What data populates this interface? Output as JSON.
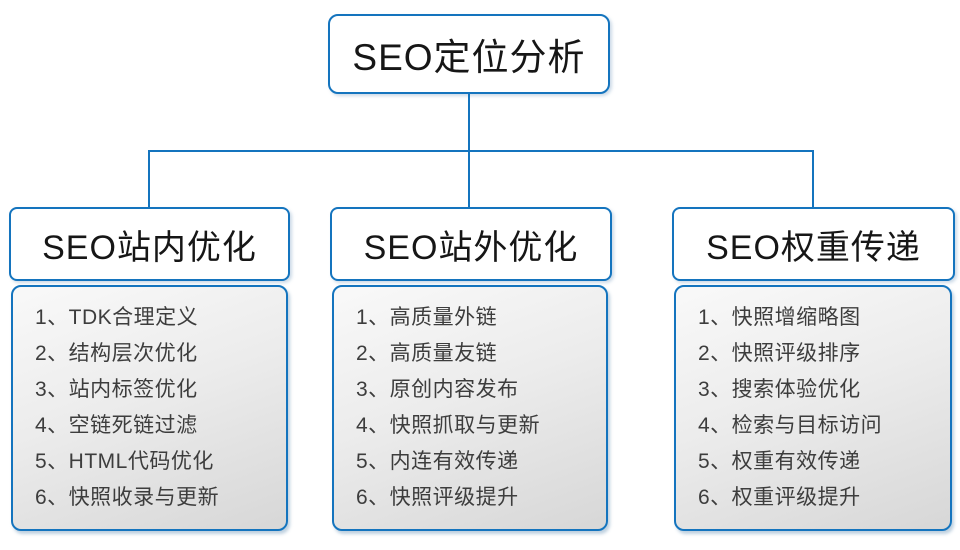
{
  "diagram": {
    "accent_color": "#1474BE",
    "list_text_color": "#3d3d3d",
    "root": {
      "title": "SEO定位分析"
    },
    "branches": [
      {
        "title": "SEO站内优化",
        "items": [
          "1、TDK合理定义",
          "2、结构层次优化",
          "3、站内标签优化",
          "4、空链死链过滤",
          "5、HTML代码优化",
          "6、快照收录与更新"
        ]
      },
      {
        "title": "SEO站外优化",
        "items": [
          "1、高质量外链",
          "2、高质量友链",
          "3、原创内容发布",
          "4、快照抓取与更新",
          "5、内连有效传递",
          "6、快照评级提升"
        ]
      },
      {
        "title": "SEO权重传递",
        "items": [
          "1、快照增缩略图",
          "2、快照评级排序",
          "3、搜索体验优化",
          "4、检索与目标访问",
          "5、权重有效传递",
          "6、权重评级提升"
        ]
      }
    ]
  }
}
